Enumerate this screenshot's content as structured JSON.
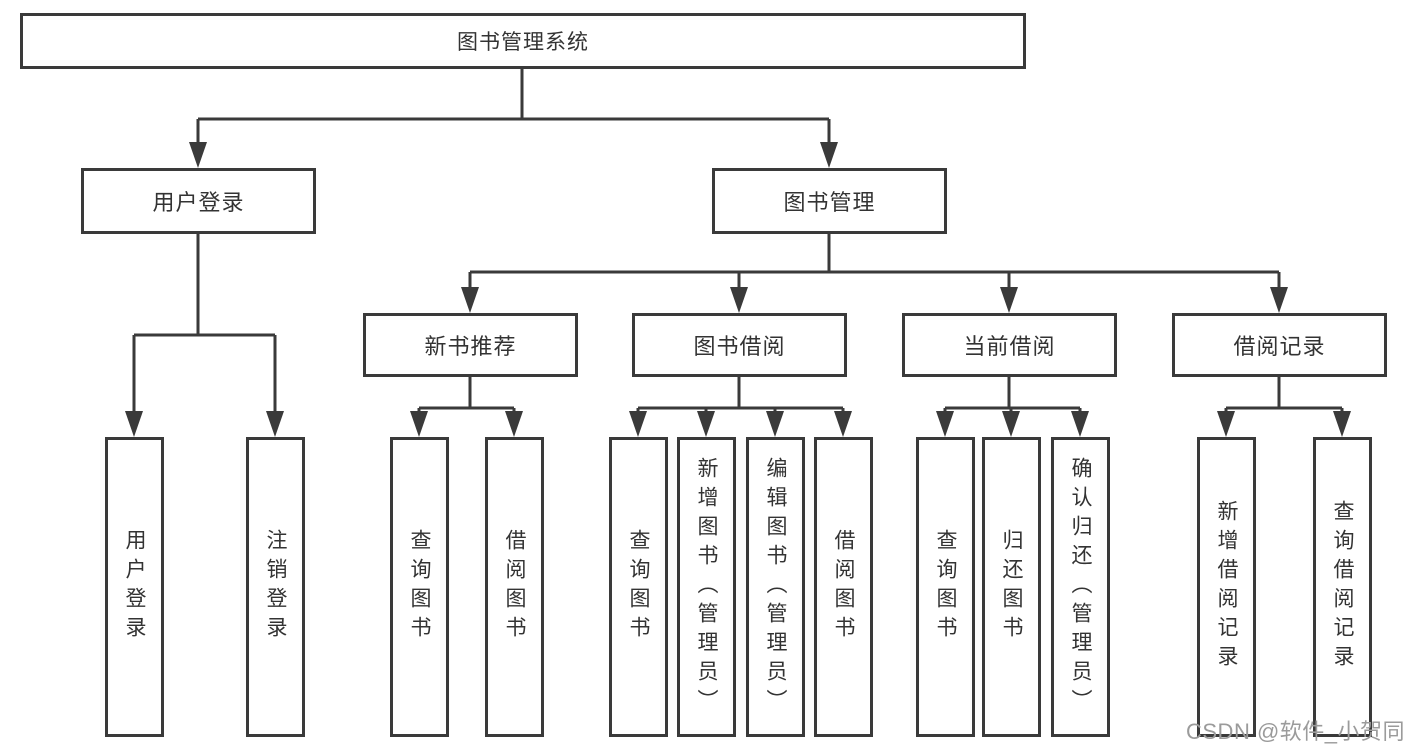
{
  "colors": {
    "line": "#3a3a3a",
    "node_border": "#3a3a3a",
    "node_text": "#333333",
    "watermark_text": "#9b9b9b",
    "background": "#ffffff"
  },
  "diagram": {
    "type": "tree",
    "root": {
      "label": "图书管理系统",
      "children": [
        {
          "label": "用户登录",
          "children": [
            {
              "label": "用户登录"
            },
            {
              "label": "注销登录"
            }
          ]
        },
        {
          "label": "图书管理",
          "children": [
            {
              "label": "新书推荐",
              "children": [
                {
                  "label": "查询图书"
                },
                {
                  "label": "借阅图书"
                }
              ]
            },
            {
              "label": "图书借阅",
              "children": [
                {
                  "label": "查询图书"
                },
                {
                  "label": "新增图书（管理员）"
                },
                {
                  "label": "编辑图书（管理员）"
                },
                {
                  "label": "借阅图书"
                }
              ]
            },
            {
              "label": "当前借阅",
              "children": [
                {
                  "label": "查询图书"
                },
                {
                  "label": "归还图书"
                },
                {
                  "label": "确认归还（管理员）"
                }
              ]
            },
            {
              "label": "借阅记录",
              "children": [
                {
                  "label": "新增借阅记录"
                },
                {
                  "label": "查询借阅记录"
                }
              ]
            }
          ]
        }
      ]
    }
  },
  "watermark": {
    "text": "CSDN @软件_小贺同学"
  }
}
